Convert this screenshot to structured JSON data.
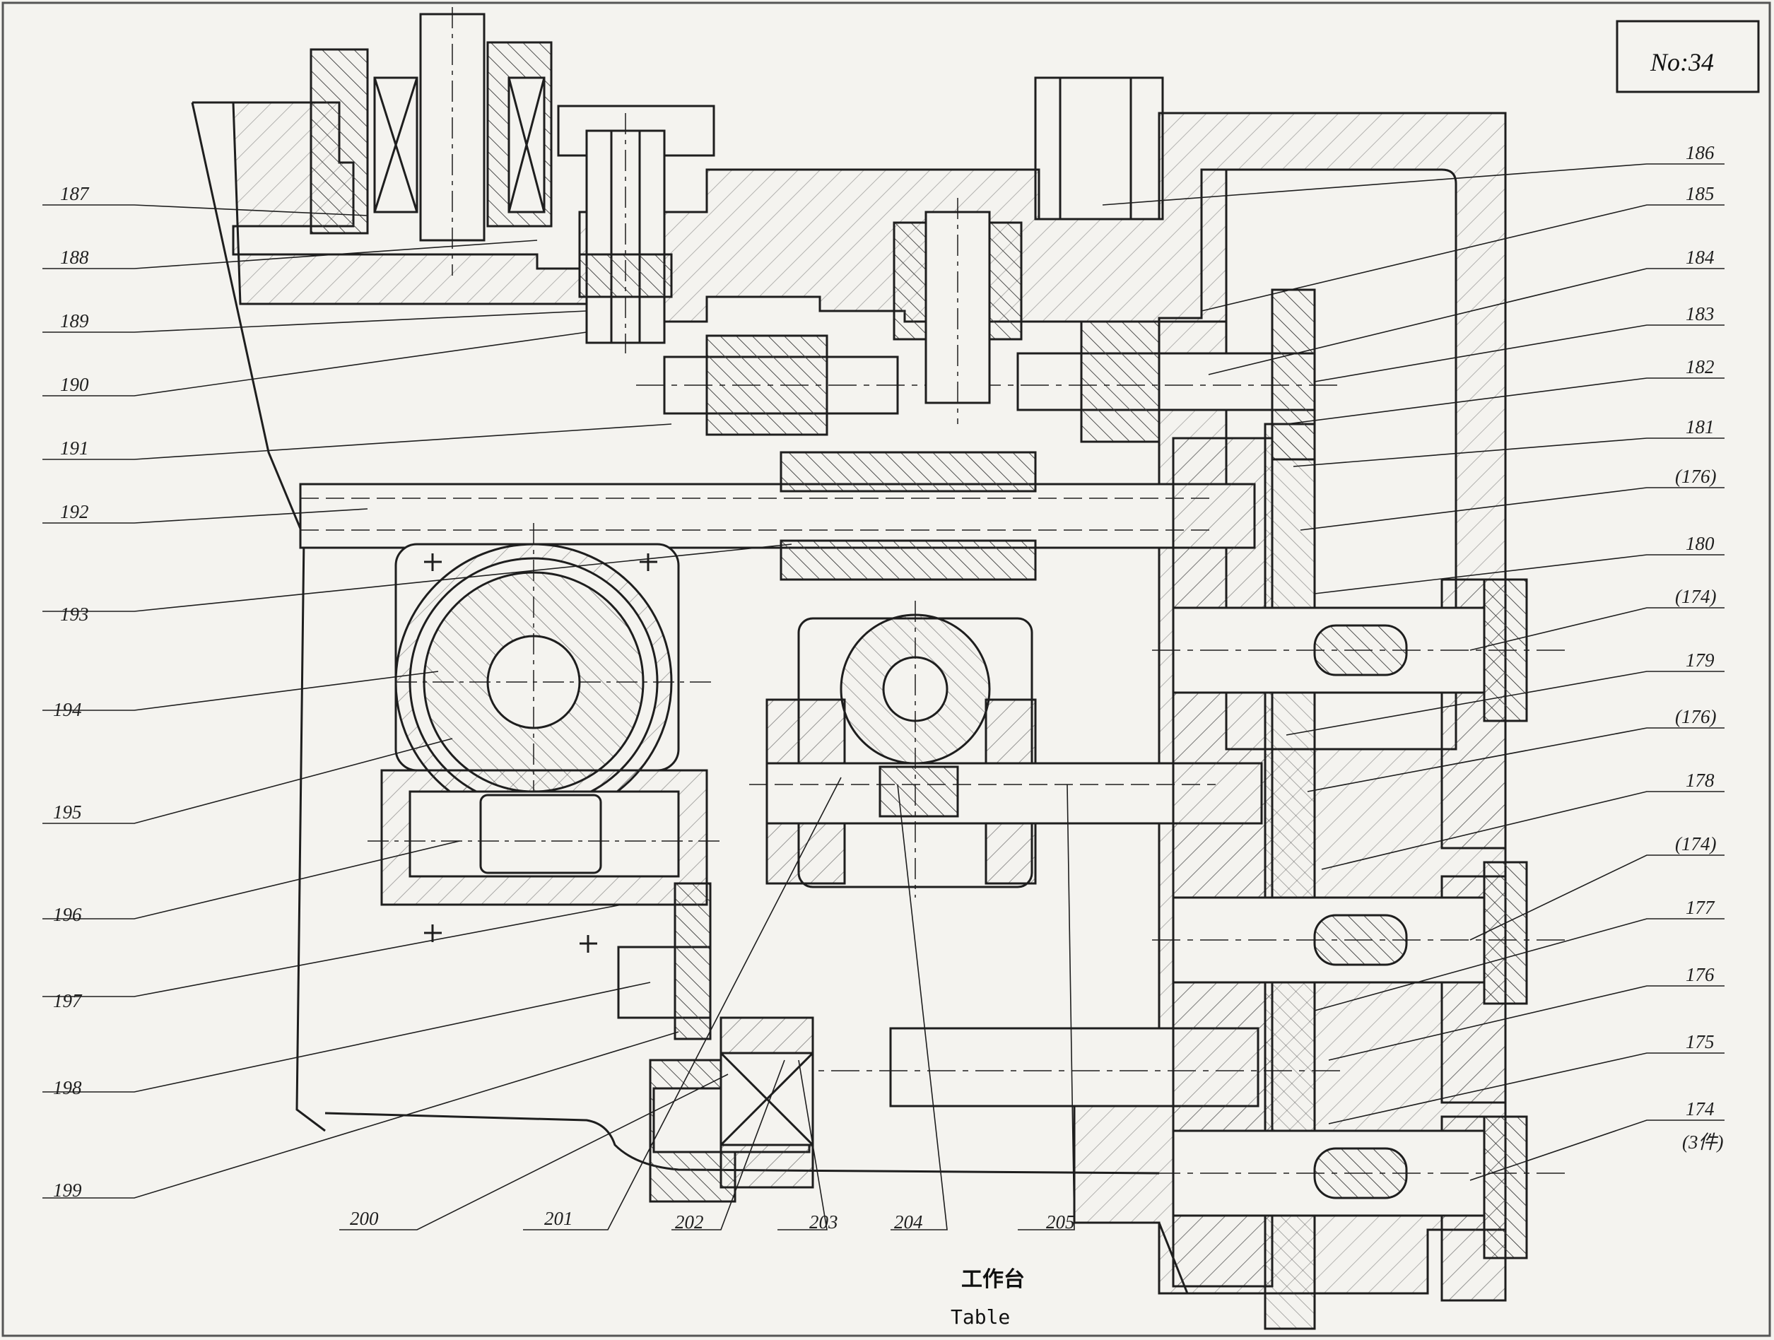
{
  "sheet_number": "No:34",
  "caption": {
    "chinese": "工作台",
    "english": "Table"
  },
  "part_labels": {
    "right": [
      "186",
      "185",
      "184",
      "183",
      "182",
      "181",
      "(176)",
      "180",
      "(174)",
      "179",
      "(176)",
      "178",
      "(174)",
      "177",
      "176",
      "175",
      "174",
      "(3件)"
    ],
    "left": [
      "187",
      "188",
      "189",
      "190",
      "191",
      "192",
      "193",
      "194",
      "195",
      "196",
      "197",
      "198",
      "199"
    ],
    "bottom": [
      "200",
      "201",
      "202",
      "203",
      "204",
      "205"
    ]
  },
  "colors": {
    "ink": "#1e1e1e",
    "paper": "#f4f3ef",
    "hatch": "#3a3a3a"
  }
}
